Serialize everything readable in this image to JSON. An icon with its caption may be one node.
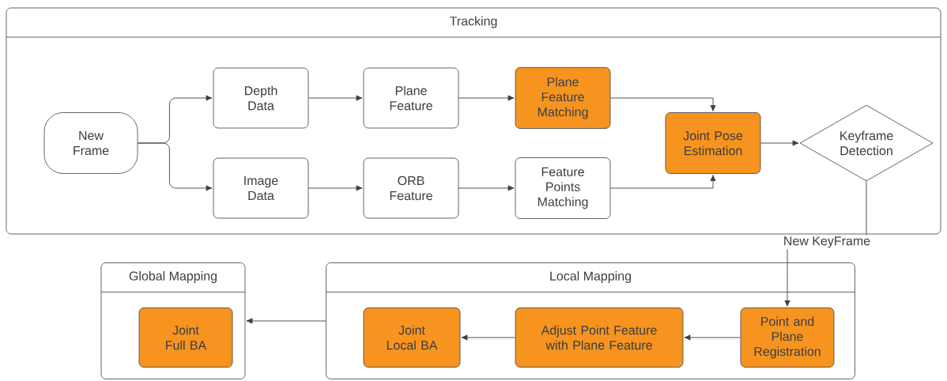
{
  "diagram": {
    "nodes": [
      {
        "text": [
          "Tracking"
        ]
      },
      {
        "text": [
          "New Frame"
        ],
        "in": 0
      },
      {
        "text": [
          "Depth Data"
        ],
        "in": 0
      },
      {
        "text": [
          "Image Data"
        ],
        "in": 0
      },
      {
        "text": [
          "Plane Feature"
        ],
        "in": 0
      },
      {
        "text": [
          "ORB Feature"
        ],
        "in": 0
      },
      {
        "text": [
          "Plane Feature Matching"
        ],
        "in": 0
      },
      {
        "text": [
          "Feature Points Matching"
        ],
        "in": 0
      },
      {
        "text": [
          "Joint Pose Estimation"
        ],
        "in": 0
      },
      {
        "text": [
          "Keyframe Detection"
        ],
        "in": 0
      },
      {
        "text": [
          "Global Mapping"
        ]
      },
      {
        "text": [
          "Joint Full BA"
        ],
        "in": 10
      },
      {
        "text": [
          "Local Mapping"
        ]
      },
      {
        "text": [
          "Joint Local BA"
        ],
        "in": 12
      },
      {
        "text": [
          "Adjust Point Feature with Plane Feature"
        ],
        "in": 12
      },
      {
        "text": [
          "Point and Plane Registration"
        ],
        "in": 12
      }
    ],
    "edges": [
      {
        "from": 1,
        "to": 2,
        "arrow": "to"
      },
      {
        "from": 1,
        "to": 3,
        "arrow": "to"
      },
      {
        "from": 2,
        "to": 4,
        "arrow": "to"
      },
      {
        "from": 3,
        "to": 5,
        "arrow": "to"
      },
      {
        "from": 4,
        "to": 6,
        "arrow": "to"
      },
      {
        "from": 5,
        "to": 7,
        "arrow": "to"
      },
      {
        "from": 6,
        "to": 8,
        "arrow": "to"
      },
      {
        "from": 7,
        "to": 8,
        "arrow": "to"
      },
      {
        "from": 8,
        "to": 9,
        "arrow": "to"
      },
      {
        "from": 9,
        "to": 15,
        "arrow": "to",
        "label": "New KeyFrame"
      },
      {
        "from": 15,
        "to": 14,
        "arrow": "to"
      },
      {
        "from": 14,
        "to": 13,
        "arrow": "to"
      },
      {
        "from": 12,
        "to": 10,
        "arrow": "to"
      }
    ]
  }
}
